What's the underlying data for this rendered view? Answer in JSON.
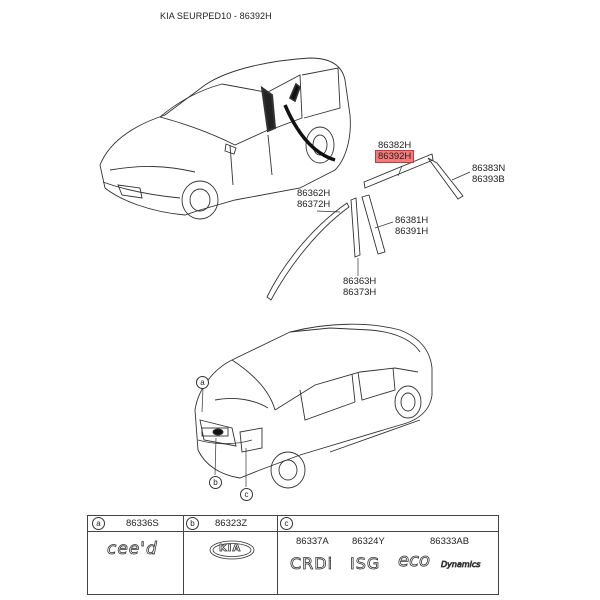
{
  "title": "KIA SEURPED10 - 86392H",
  "callouts": [
    {
      "text": "86382H",
      "highlight": false
    },
    {
      "text": "86392H",
      "highlight": true
    },
    {
      "text": "86383N",
      "highlight": false
    },
    {
      "text": "86393B",
      "highlight": false
    },
    {
      "text": "86362H",
      "highlight": false
    },
    {
      "text": "86372H",
      "highlight": false
    },
    {
      "text": "86381H",
      "highlight": false
    },
    {
      "text": "86391H",
      "highlight": false
    },
    {
      "text": "86363H",
      "highlight": false
    },
    {
      "text": "86373H",
      "highlight": false
    }
  ],
  "rear_markers": [
    "a",
    "b",
    "c"
  ],
  "table": {
    "columns": [
      {
        "marker": "a",
        "parts": [
          {
            "code": "86336S",
            "emblem": "cee'd"
          }
        ]
      },
      {
        "marker": "b",
        "parts": [
          {
            "code": "86323Z",
            "emblem": "KIA"
          }
        ]
      },
      {
        "marker": "c",
        "parts": [
          {
            "code": "86337A",
            "emblem": "CRDi"
          },
          {
            "code": "86324Y",
            "emblem": "ISG"
          },
          {
            "code": "86333AB",
            "emblem": "eco"
          }
        ]
      }
    ],
    "emblem_suffix": "Dynamics"
  },
  "colors": {
    "highlight": "#f47a7a",
    "line": "#333333"
  }
}
